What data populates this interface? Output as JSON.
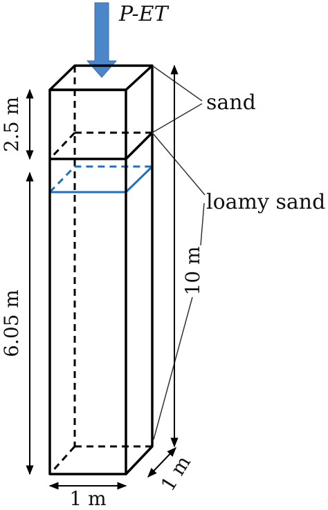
{
  "flux_label": "P-ET",
  "layers": {
    "top": "sand",
    "bottom": "loamy sand"
  },
  "dimensions": {
    "sand_depth": "2.5 m",
    "loamy_depth": "6.05 m",
    "total_height": "10 m",
    "width": "1 m",
    "depth": "1 m"
  },
  "colors": {
    "line": "#000000",
    "arrow": "#4a86c8",
    "water_table": "#1f6fc0"
  }
}
